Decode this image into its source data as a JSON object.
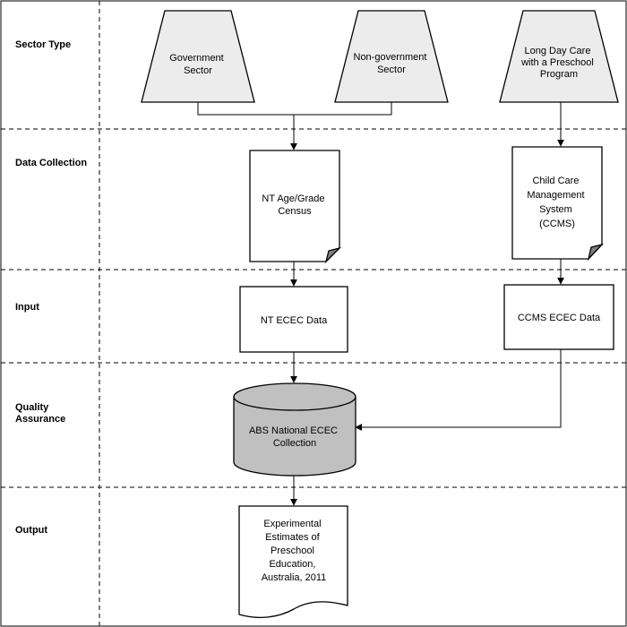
{
  "lanes": [
    {
      "id": "sector",
      "label": "Sector Type"
    },
    {
      "id": "collection",
      "label": "Data Collection"
    },
    {
      "id": "input",
      "label": "Input"
    },
    {
      "id": "qa",
      "label": [
        "Quality",
        "Assurance"
      ]
    },
    {
      "id": "output",
      "label": "Output"
    }
  ],
  "nodes": {
    "government": [
      "Government",
      "Sector"
    ],
    "nongovernment": [
      "Non-government",
      "Sector"
    ],
    "longdaycare": [
      "Long Day Care",
      "with a Preschool",
      "Program"
    ],
    "census": [
      "NT Age/Grade",
      "Census"
    ],
    "ccms": [
      "Child Care",
      "Management",
      "System",
      "(CCMS)"
    ],
    "nt_ecec": [
      "NT ECEC Data"
    ],
    "ccms_ecec": [
      "CCMS ECEC Data"
    ],
    "abs": [
      "ABS National ECEC",
      "Collection"
    ],
    "output": [
      "Experimental",
      "Estimates of",
      "Preschool",
      "Education,",
      "Australia, 2011"
    ]
  }
}
